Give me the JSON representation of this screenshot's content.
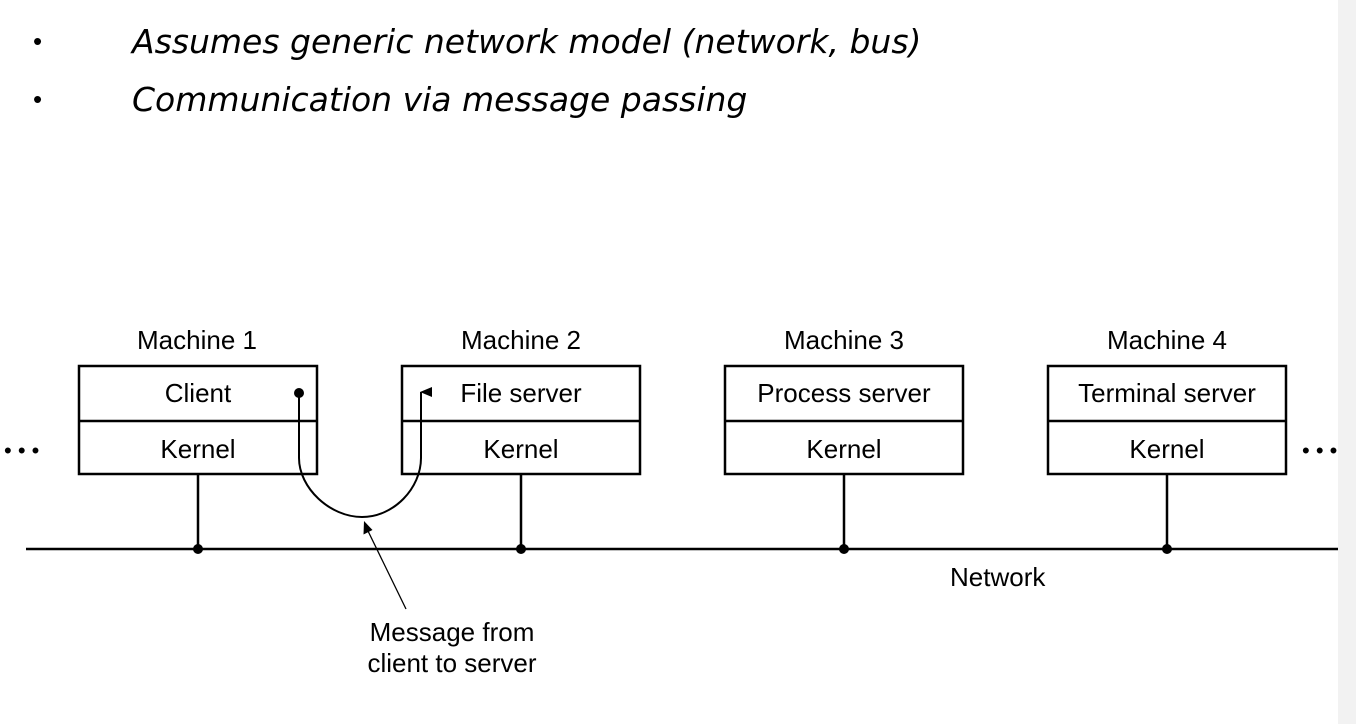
{
  "bullets": [
    {
      "text": "Assumes generic network model (network, bus)"
    },
    {
      "text": "Communication via message passing"
    }
  ],
  "bullet_symbol": "•",
  "machines": [
    {
      "name": "Machine 1",
      "top": "Client",
      "bottom": "Kernel"
    },
    {
      "name": "Machine 2",
      "top": "File server",
      "bottom": "Kernel"
    },
    {
      "name": "Machine 3",
      "top": "Process server",
      "bottom": "Kernel"
    },
    {
      "name": "Machine 4",
      "top": "Terminal server",
      "bottom": "Kernel"
    }
  ],
  "network_label": "Network",
  "message_label": [
    "Message from",
    "client to server"
  ],
  "ellipsis": "• • •"
}
